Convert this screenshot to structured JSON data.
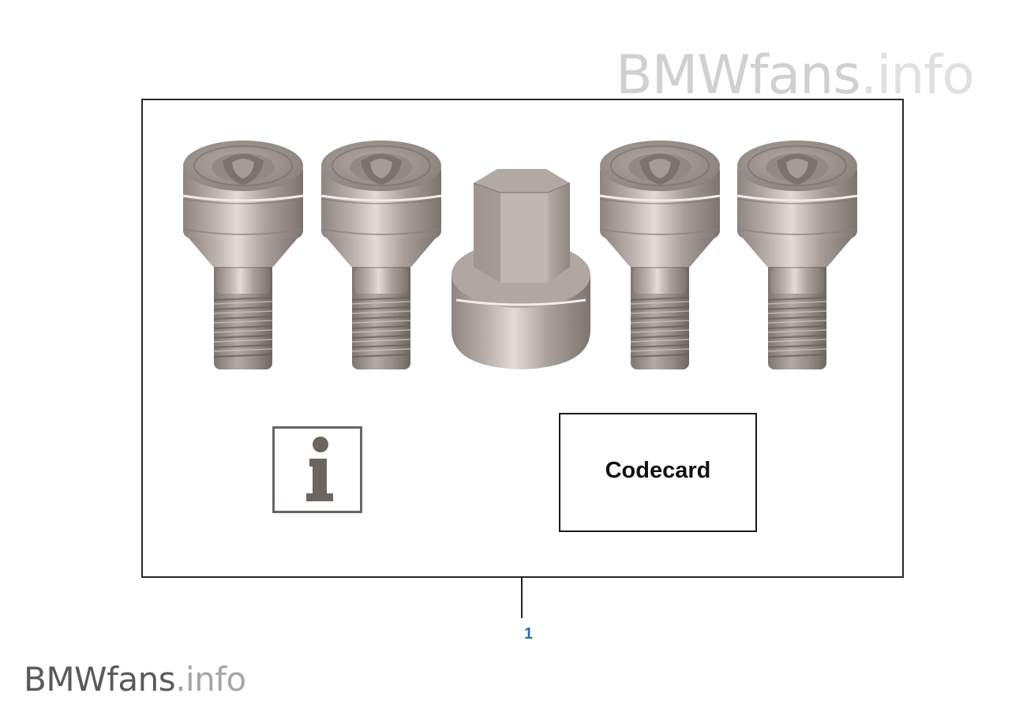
{
  "watermark_top": {
    "brand": "BMWfans",
    "suffix": ".info"
  },
  "watermark_bottom": {
    "brand": "BMWfans",
    "suffix": ".info"
  },
  "kit": {
    "codecard_label": "Codecard",
    "info_icon": "info-icon"
  },
  "callouts": [
    {
      "number": "1"
    }
  ],
  "colors": {
    "metal": "#a59b96",
    "frame": "#2a2a2a",
    "callout": "#2d6db3",
    "info_icon": "#6b6561"
  }
}
